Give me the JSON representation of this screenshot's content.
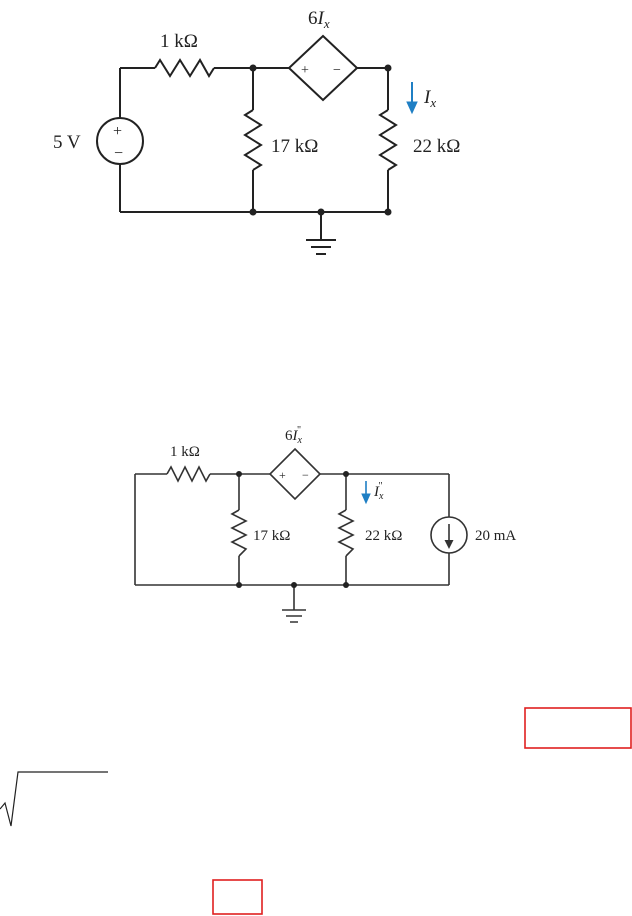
{
  "circuit1": {
    "r_series_label": "1 kΩ",
    "r_mid_label": "17 kΩ",
    "r_right_label": "22 kΩ",
    "source_label": "5 V",
    "source_plus": "+",
    "source_minus": "−",
    "dep_label_coef": "6",
    "dep_label_var": "I",
    "dep_label_sub": "x",
    "dep_plus": "+",
    "dep_minus": "−",
    "current_label_var": "I",
    "current_label_sub": "x"
  },
  "circuit2": {
    "r_series_label": "1 kΩ",
    "r_mid_label": "17 kΩ",
    "r_right_label": "22 kΩ",
    "isource_label": "20 mA",
    "dep_label_coef": "6",
    "dep_label_var": "I",
    "dep_label_sub": "x",
    "dep_label_sup": "\"",
    "dep_plus": "+",
    "dep_minus": "−",
    "current_label_var": "I",
    "current_label_sub": "x",
    "current_label_sup": "\""
  },
  "colors": {
    "wire": "#222222",
    "current_arrow": "#1f7fc4",
    "answer_box": "#e02020"
  }
}
